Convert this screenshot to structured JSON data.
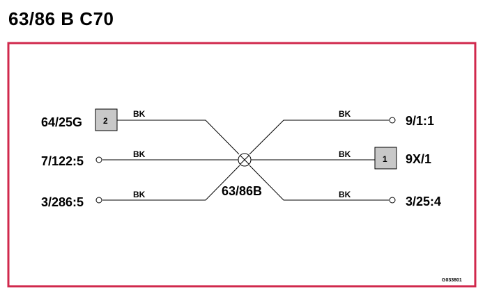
{
  "title": "63/86 B C70",
  "colors": {
    "frame": "#d0284c",
    "connector_fill": "#c8c8c8",
    "wire": "#000000"
  },
  "junction": {
    "label": "63/86B",
    "icon": "splice-circle-icon"
  },
  "connectors": {
    "left_top": {
      "label": "64/25G",
      "box": "2",
      "wire": "BK"
    },
    "left_mid": {
      "label": "7/122:5",
      "wire": "BK"
    },
    "left_bot": {
      "label": "3/286:5",
      "wire": "BK"
    },
    "right_top": {
      "label": "9/1:1",
      "wire": "BK"
    },
    "right_mid": {
      "label": "9X/1",
      "box": "1",
      "wire": "BK"
    },
    "right_bot": {
      "label": "3/25:4",
      "wire": "BK"
    }
  },
  "figure_code": "G033801"
}
